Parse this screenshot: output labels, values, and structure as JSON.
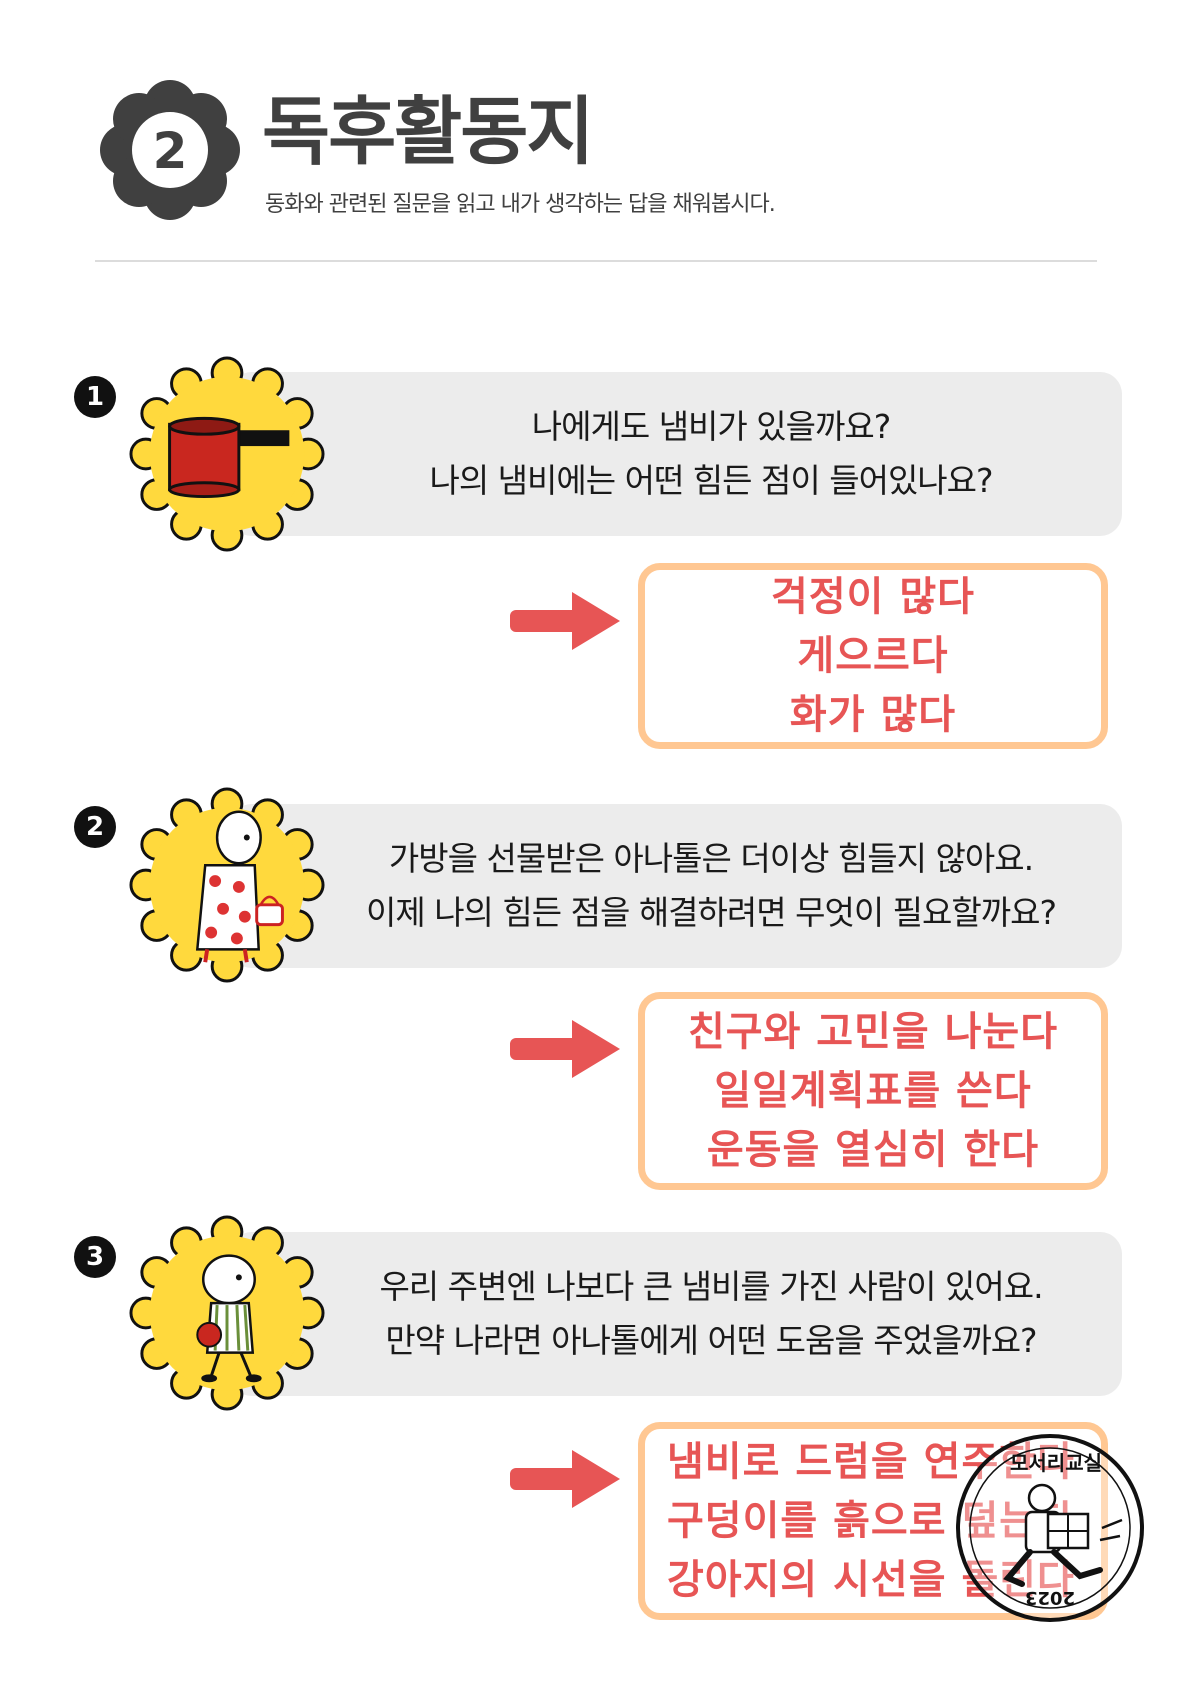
{
  "header": {
    "number": "2",
    "title": "독후활동지",
    "subtitle": "동화와 관련된 질문을 읽고 내가 생각하는 답을 채워봅시다."
  },
  "questions": [
    {
      "number": "1",
      "icon": "pot-icon",
      "lines": [
        "나에게도 냄비가 있을까요?",
        "나의 냄비에는 어떤 힘든 점이 들어있나요?"
      ],
      "answers": [
        "걱정이 많다",
        "게으르다",
        "화가 많다"
      ]
    },
    {
      "number": "2",
      "icon": "character-with-bag-icon",
      "lines": [
        "가방을 선물받은 아나톨은 더이상 힘들지 않아요.",
        "이제 나의 힘든 점을 해결하려면 무엇이 필요할까요?"
      ],
      "answers": [
        "친구와 고민을 나눈다",
        "일일계획표를 쓴다",
        "운동을 열심히 한다"
      ]
    },
    {
      "number": "3",
      "icon": "character-with-pot-icon",
      "lines": [
        "우리 주변엔 나보다 큰 냄비를 가진 사람이 있어요.",
        "만약 나라면 아나톨에게 어떤 도움을 주었을까요?"
      ],
      "answers": [
        "냄비로 드럼을 연주한다",
        "구덩이를 흙으로 덮는다",
        "강아지의 시선을 돌린다"
      ]
    }
  ],
  "stamp": {
    "top_text": "모서리교실",
    "year": "2023"
  },
  "colors": {
    "dark": "#404040",
    "flower_yellow": "#ffd93d",
    "question_bg": "#ececec",
    "answer_border": "#ffc792",
    "answer_text": "#e75555",
    "arrow": "#e75555"
  }
}
